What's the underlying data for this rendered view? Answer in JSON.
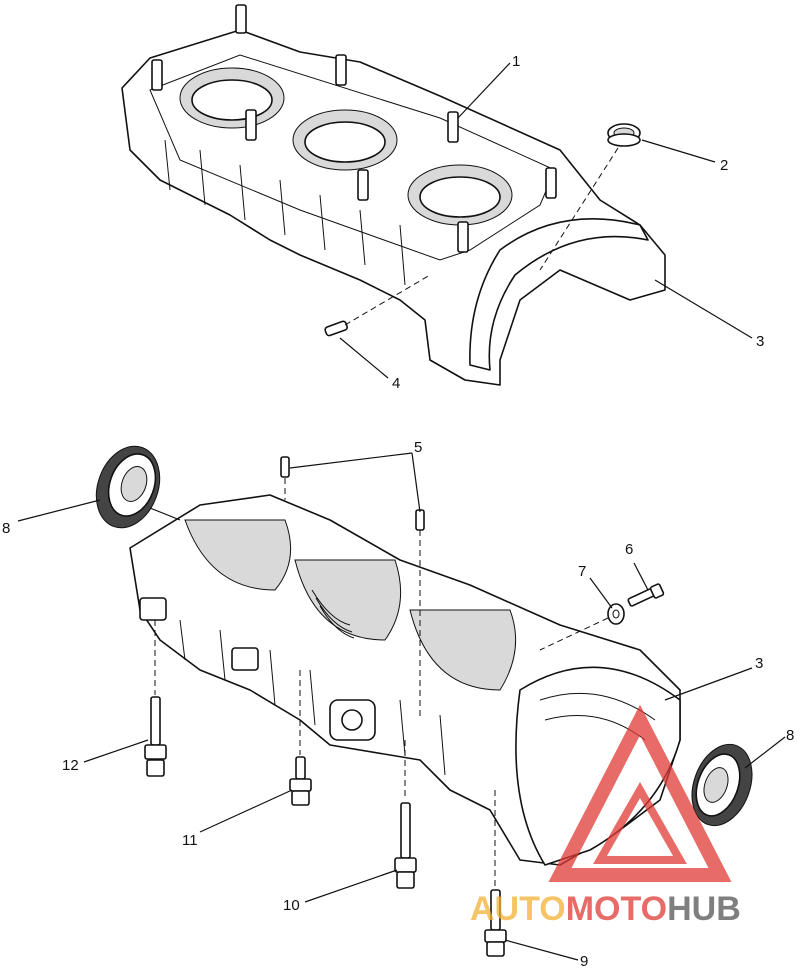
{
  "callouts": {
    "c1": "1",
    "c2": "2",
    "c3_top": "3",
    "c4": "4",
    "c5": "5",
    "c6": "6",
    "c7": "7",
    "c3_bottom": "3",
    "c8_left": "8",
    "c8_right": "8",
    "c9": "9",
    "c10": "10",
    "c11": "11",
    "c12": "12"
  },
  "watermark": {
    "word_part1": "AUTO",
    "word_part2": "MOTO",
    "word_part3": "HUB",
    "color_part1": "#f2b134",
    "color_part2": "#e03a35",
    "color_part3": "#555555",
    "logo_color": "#e03a35"
  }
}
